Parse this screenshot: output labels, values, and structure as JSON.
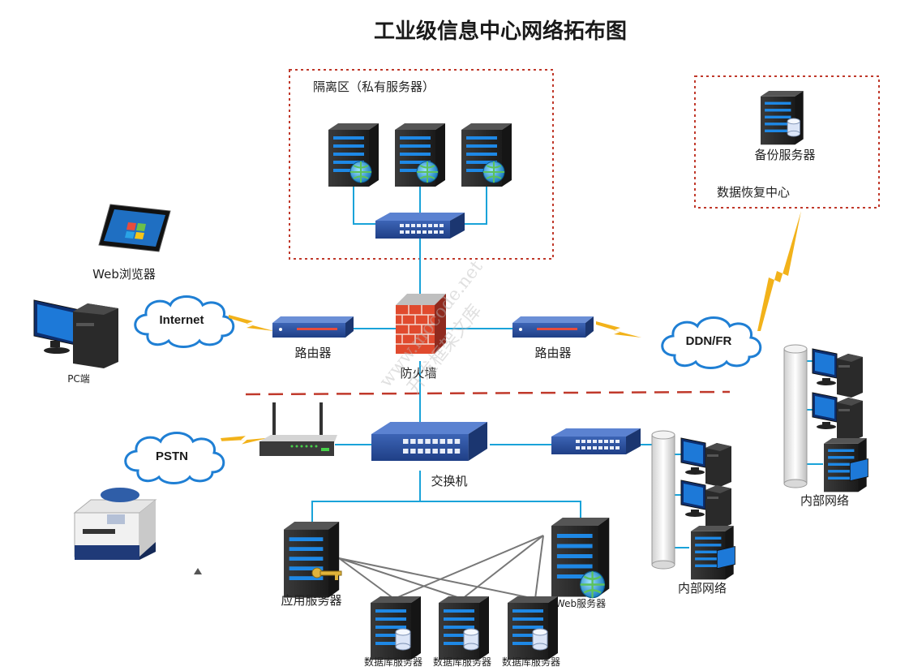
{
  "title": "工业级信息中心网络拓布图",
  "zones": {
    "dmz": "隔离区（私有服务器）",
    "recovery": "数据恢复中心",
    "backup_server": "备份服务器"
  },
  "labels": {
    "web_browser": "Web浏览器",
    "pc": "PC端",
    "internet": "Internet",
    "router_left": "路由器",
    "firewall": "防火墙",
    "router_right": "路由器",
    "ddn": "DDN/FR",
    "pstn": "PSTN",
    "switch": "交换机",
    "app_server": "应用服务器",
    "web_server": "Web服务器",
    "db1": "数据库服务器",
    "db2": "数据库服务器",
    "db3": "数据库服务器",
    "internal_net_1": "内部网络",
    "internal_net_2": "内部网络"
  },
  "watermark": {
    "line1": "www.mocode.net",
    "line2": "开发框架文库"
  },
  "colors": {
    "link": "#1aa3d9",
    "lightning": "#f2b21a",
    "zone_border": "#c0392b",
    "divider": "#c0392b",
    "server": "#2c2c2c",
    "switch": "#2f4d8f"
  }
}
